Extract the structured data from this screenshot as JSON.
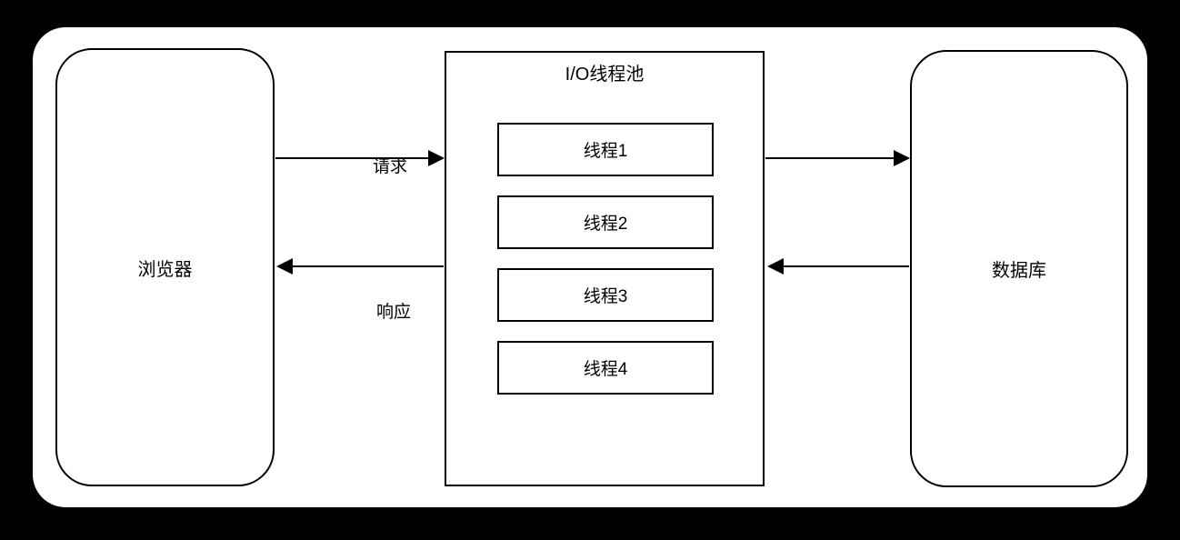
{
  "colors": {
    "page_background": "#000000",
    "canvas_background": "#ffffff",
    "stroke": "#000000",
    "text": "#000000"
  },
  "nodes": {
    "browser": {
      "label": "浏览器"
    },
    "thread_pool": {
      "title": "I/O线程池",
      "threads": [
        {
          "label": "线程1"
        },
        {
          "label": "线程2"
        },
        {
          "label": "线程3"
        },
        {
          "label": "线程4"
        }
      ]
    },
    "database": {
      "label": "数据库"
    }
  },
  "edges": {
    "browser_to_pool": {
      "label": "请求",
      "direction": "right"
    },
    "pool_to_browser": {
      "label": "响应",
      "direction": "left"
    },
    "pool_to_database": {
      "direction": "right"
    },
    "database_to_pool": {
      "direction": "left"
    }
  }
}
